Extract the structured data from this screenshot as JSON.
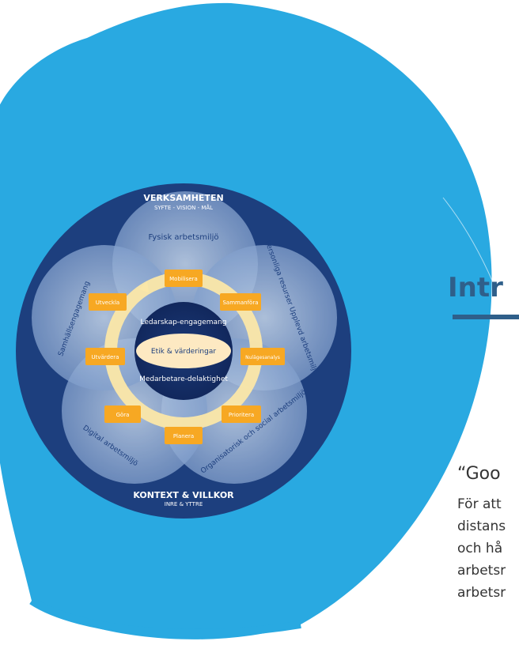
{
  "diagram": {
    "header_title": "VERKSAMHETEN",
    "header_subtitle": "SYFTE - VISION - MÅL",
    "footer_title": "KONTEXT & VILLKOR",
    "footer_subtitle": "INRE & YTTRE",
    "petals": {
      "top": "Fysisk arbetsmiljö",
      "right": "Personliga resurser Upplevd arbetsmiljö",
      "bottom_right": "Organisatorisk och social arbetsmiljö",
      "bottom_left": "Digital arbetsmiljö",
      "left": "Samhällsengagemang"
    },
    "cycle_steps": [
      "Mobilisera",
      "Sammanföra",
      "Nulägesanalys",
      "Prioritera",
      "Planera",
      "Göra",
      "Utvärdera",
      "Utveckla"
    ],
    "core": {
      "top": "Ledarskap-engagemang",
      "center": "Etik & värderingar",
      "bottom": "Medarbetare-delaktighet"
    },
    "colors": {
      "background_circle": "#29a9e1",
      "outer_ring": "#1d3f7e",
      "step_box": "#f7a823",
      "title": "#2f5f8a"
    }
  },
  "slide": {
    "title_visible": "Intr",
    "quote_visible": "“Goo",
    "body_visible": [
      "För att",
      "distans",
      "och hå",
      "arbetsr",
      "arbetsr"
    ]
  }
}
